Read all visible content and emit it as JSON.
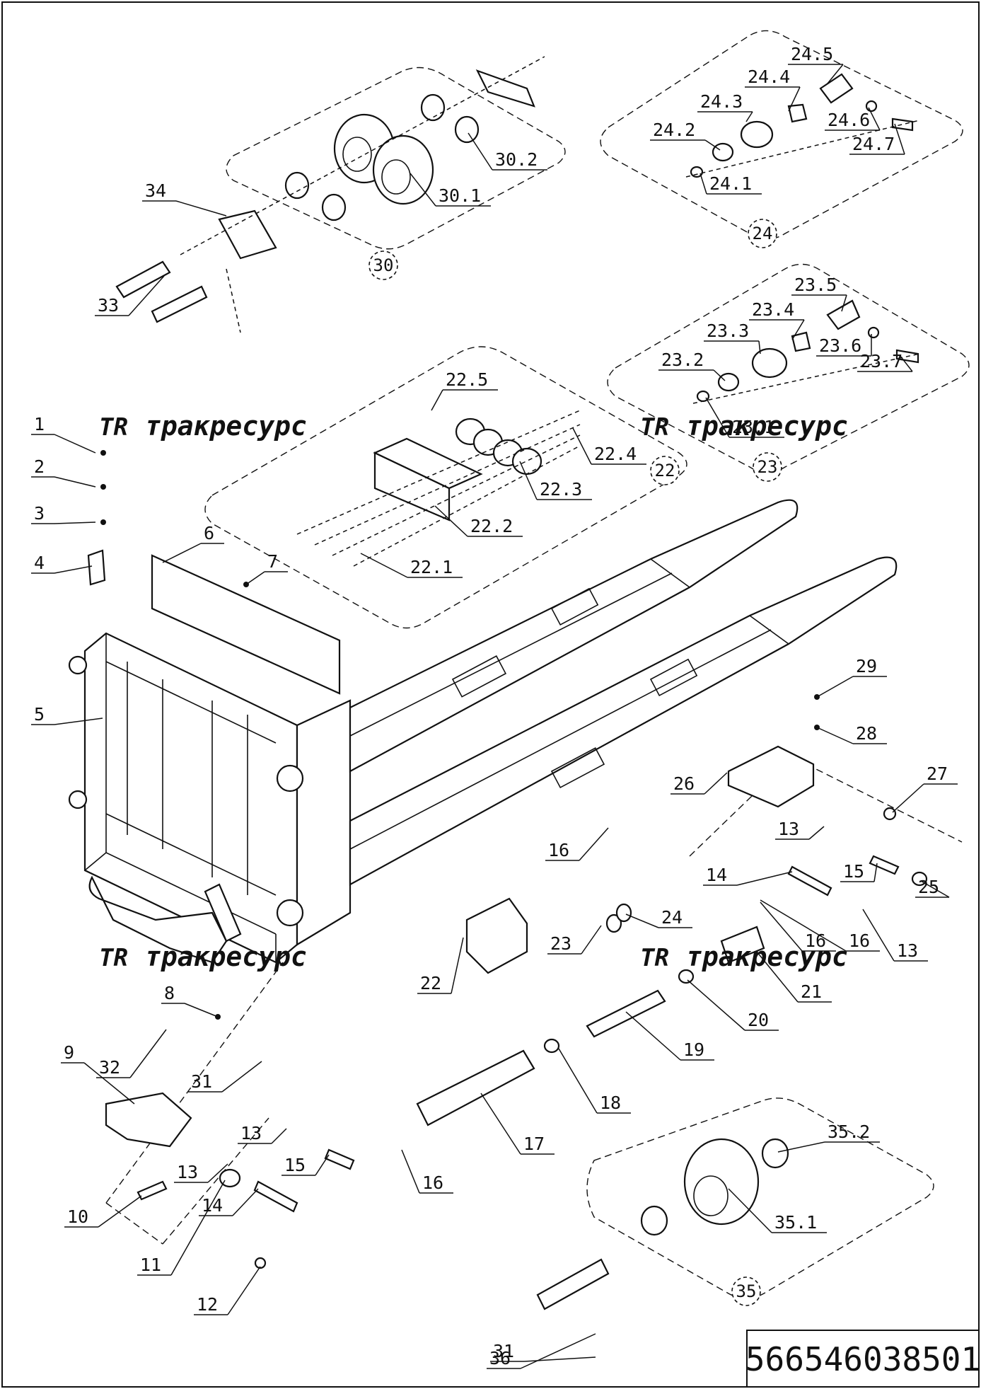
{
  "document_number": "566546038501",
  "watermark": {
    "logo": "TR",
    "text": "тракресурс"
  },
  "groups": [
    "30",
    "24",
    "23",
    "22",
    "35"
  ],
  "callouts": [
    "1",
    "2",
    "3",
    "4",
    "5",
    "6",
    "7",
    "8",
    "9",
    "10",
    "11",
    "12",
    "13",
    "13",
    "13",
    "13",
    "14",
    "14",
    "15",
    "15",
    "16",
    "16",
    "16",
    "16",
    "17",
    "18",
    "19",
    "20",
    "21",
    "22",
    "23",
    "24",
    "25",
    "26",
    "27",
    "28",
    "29",
    "31",
    "31",
    "32",
    "33",
    "34",
    "36",
    "30.1",
    "30.2",
    "24.1",
    "24.2",
    "24.3",
    "24.4",
    "24.5",
    "24.6",
    "24.7",
    "23.1",
    "23.2",
    "23.3",
    "23.4",
    "23.5",
    "23.6",
    "23.7",
    "22.1",
    "22.2",
    "22.3",
    "22.4",
    "22.5",
    "35.1",
    "35.2"
  ]
}
